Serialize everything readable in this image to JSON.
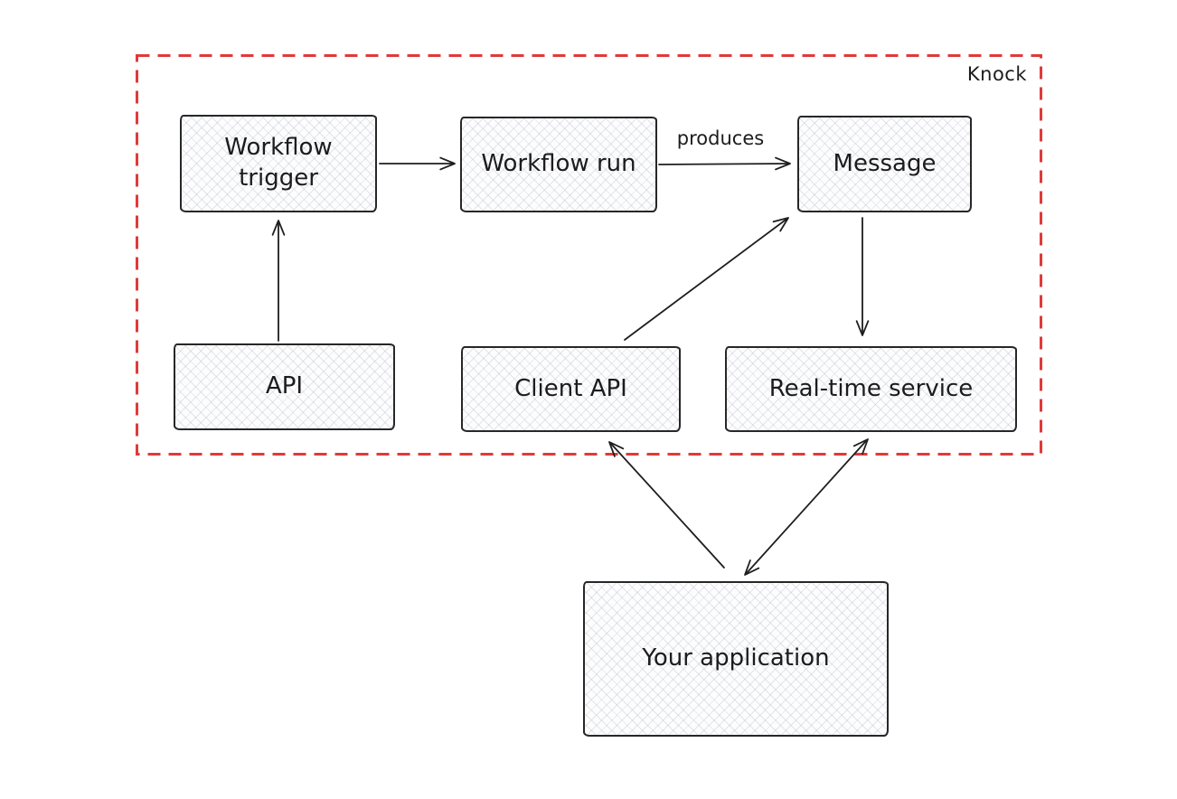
{
  "boundary": {
    "label": "Knock",
    "color": "#e03a3a",
    "style": "dashed"
  },
  "nodes": {
    "workflow_trigger": {
      "label": "Workflow trigger"
    },
    "workflow_run": {
      "label": "Workflow run"
    },
    "message": {
      "label": "Message"
    },
    "api": {
      "label": "API"
    },
    "client_api": {
      "label": "Client API"
    },
    "real_time_service": {
      "label": "Real-time service"
    },
    "your_application": {
      "label": "Your application"
    }
  },
  "edges": [
    {
      "from": "workflow_trigger",
      "to": "workflow_run",
      "label": "",
      "arrows": "end"
    },
    {
      "from": "workflow_run",
      "to": "message",
      "label": "produces",
      "arrows": "end"
    },
    {
      "from": "api",
      "to": "workflow_trigger",
      "label": "",
      "arrows": "end"
    },
    {
      "from": "client_api",
      "to": "message",
      "label": "",
      "arrows": "end"
    },
    {
      "from": "message",
      "to": "real_time_service",
      "label": "",
      "arrows": "end"
    },
    {
      "from": "your_application",
      "to": "client_api",
      "label": "",
      "arrows": "end"
    },
    {
      "from": "real_time_service",
      "to": "your_application",
      "label": "",
      "arrows": "both"
    }
  ],
  "colors": {
    "background": "#ffffff",
    "stroke": "#1e1e1e",
    "node_fill": "#fdfdfe",
    "node_hatch": "#dfe2e7",
    "boundary_red": "#e03a3a"
  }
}
